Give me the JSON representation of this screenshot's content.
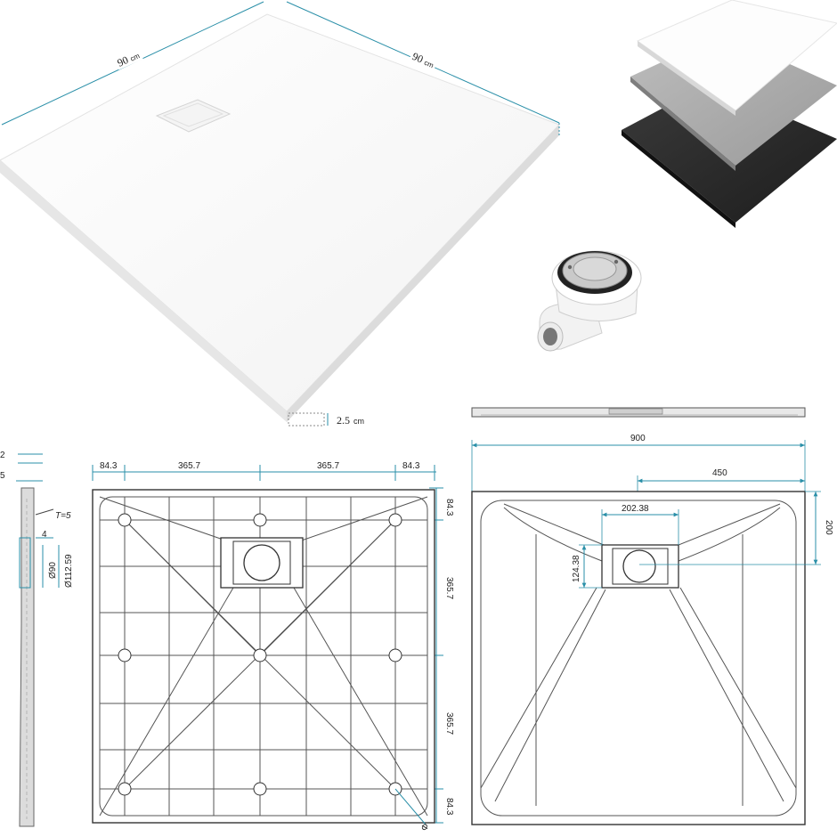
{
  "colors": {
    "dimension_line": "#2a8fa8",
    "tray_white": "#fafafa",
    "tray_grey": "#a9a9a9",
    "tray_black": "#2b2b2b",
    "drawing_line": "#444444"
  },
  "product_view": {
    "width_label": "90",
    "depth_label": "90",
    "unit_cm": "cm",
    "thickness_label": "2.5",
    "thickness_unit": "cm"
  },
  "color_variants": [
    "white",
    "grey",
    "black"
  ],
  "drain": {
    "icon": "drain-trap-icon"
  },
  "side_section": {
    "labels": [
      "2",
      "5",
      "T=5",
      "4",
      "Ø112.59",
      "Ø90"
    ]
  },
  "underside_plan": {
    "top_dims": [
      "84.3",
      "365.7",
      "365.7",
      "84.3"
    ],
    "right_dims": [
      "84.3",
      "365.7",
      "365.7",
      "84.3"
    ],
    "bottom_symbol": "Φ"
  },
  "top_plan": {
    "overall_width": "900",
    "center_offset": "450",
    "drain_box_width": "202.38",
    "drain_box_height": "124.38",
    "drain_offset_y": "200"
  }
}
